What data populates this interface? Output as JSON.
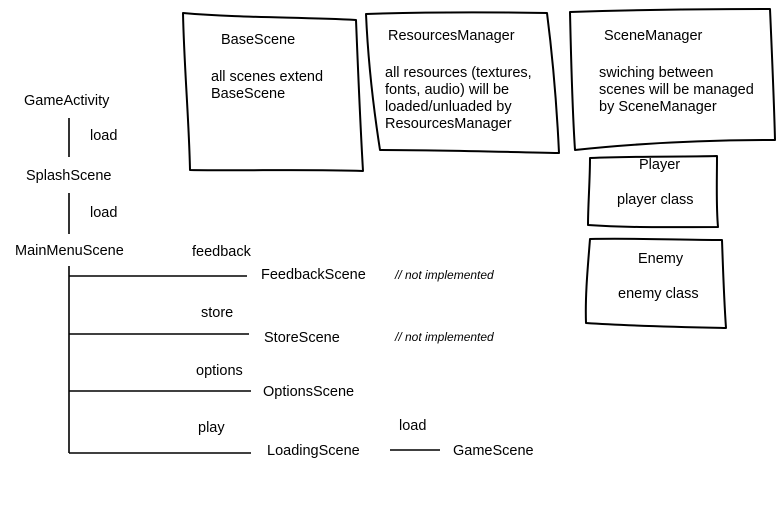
{
  "flow": {
    "game_activity": "GameActivity",
    "load_1": "load",
    "splash_scene": "SplashScene",
    "load_2": "load",
    "main_menu_scene": "MainMenuScene"
  },
  "branches": {
    "feedback": {
      "edge_label": "feedback",
      "scene": "FeedbackScene",
      "note": "// not implemented"
    },
    "store": {
      "edge_label": "store",
      "scene": "StoreScene",
      "note": "// not implemented"
    },
    "options": {
      "edge_label": "options",
      "scene": "OptionsScene"
    },
    "play": {
      "edge_label": "play",
      "scene": "LoadingScene",
      "load_label": "load",
      "target": "GameScene"
    }
  },
  "boxes": {
    "base_scene": {
      "title": "BaseScene",
      "body": "all scenes extend\nBaseScene"
    },
    "resources_manager": {
      "title": "ResourcesManager",
      "body": "all resources (textures,\nfonts, audio) will be\nloaded/unluaded by\nResourcesManager"
    },
    "scene_manager": {
      "title": "SceneManager",
      "body": "swiching between\nscenes will be managed\nby SceneManager"
    },
    "player": {
      "title": "Player",
      "body": "player class"
    },
    "enemy": {
      "title": "Enemy",
      "body": "enemy class"
    }
  }
}
